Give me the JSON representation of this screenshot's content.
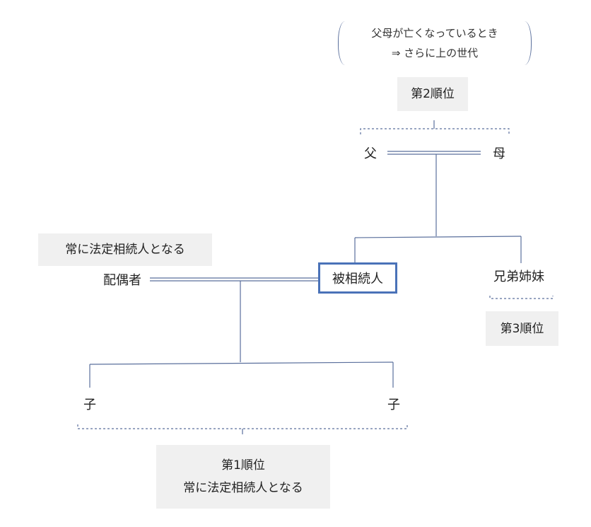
{
  "note": {
    "line1": "父母が亡くなっているとき",
    "line2": "⇒ さらに上の世代"
  },
  "rank2": {
    "label": "第2順位"
  },
  "father": "父",
  "mother": "母",
  "always_heir_label": "常に法定相続人となる",
  "spouse": "配偶者",
  "decedent": "被相続人",
  "siblings": "兄弟姉妹",
  "rank3": {
    "label": "第3順位"
  },
  "child_left": "子",
  "child_right": "子",
  "rank1": {
    "line1": "第1順位",
    "line2": "常に法定相続人となる"
  },
  "colors": {
    "line": "#5a6f9c",
    "decedent_border": "#4a72b8",
    "box_fill": "#f0f0f0"
  }
}
